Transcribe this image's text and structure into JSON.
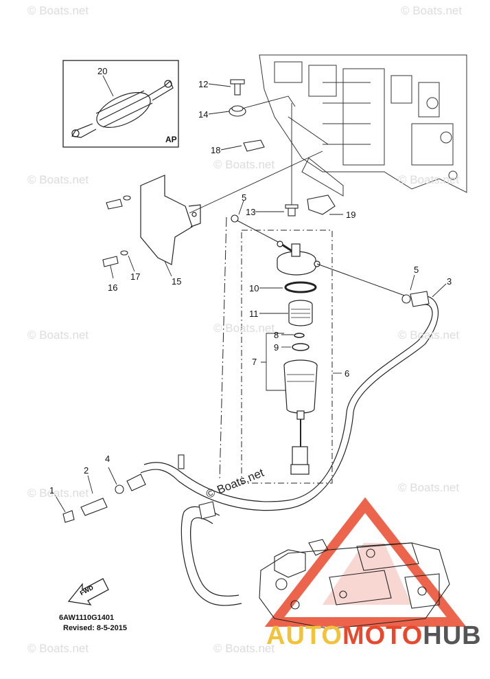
{
  "watermark_text": "© Boats.net",
  "center_watermark_text": "© Boats.net",
  "inset_label": "AP",
  "callouts": [
    "1",
    "2",
    "3",
    "4",
    "5",
    "5",
    "6",
    "7",
    "8",
    "9",
    "10",
    "11",
    "12",
    "13",
    "14",
    "15",
    "16",
    "17",
    "18",
    "19",
    "20"
  ],
  "diagram_code": "6AW1110G1401",
  "revised_text": "Revised: 8-5-2015",
  "fwd_label": "FWD",
  "brand": {
    "part1": "AUTO",
    "part2": "MOTO",
    "part3": "HUB"
  },
  "colors": {
    "line": "#222222",
    "watermark": "#dcdcdc",
    "logo_red": "#e8492c",
    "logo_yellow": "#f2c23a",
    "logo_gray": "#555555"
  }
}
